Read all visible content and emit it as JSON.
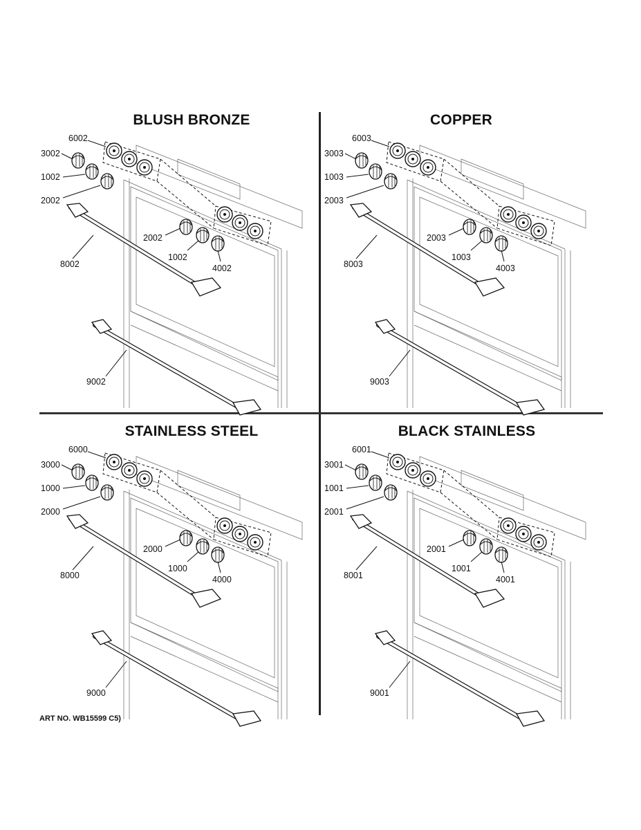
{
  "diagram": {
    "quadrants": [
      {
        "title": "BLUSH BRONZE",
        "labels": {
          "bezel": "6002",
          "knob_top": "3002",
          "knob_mid": "1002",
          "knob_low": "2002",
          "handle_upper": "8002",
          "knob2_a": "2002",
          "knob2_b": "1002",
          "knob2_c": "4002",
          "handle_lower": "9002"
        }
      },
      {
        "title": "COPPER",
        "labels": {
          "bezel": "6003",
          "knob_top": "3003",
          "knob_mid": "1003",
          "knob_low": "2003",
          "handle_upper": "8003",
          "knob2_a": "2003",
          "knob2_b": "1003",
          "knob2_c": "4003",
          "handle_lower": "9003"
        }
      },
      {
        "title": "STAINLESS STEEL",
        "labels": {
          "bezel": "6000",
          "knob_top": "3000",
          "knob_mid": "1000",
          "knob_low": "2000",
          "handle_upper": "8000",
          "knob2_a": "2000",
          "knob2_b": "1000",
          "knob2_c": "4000",
          "handle_lower": "9000"
        }
      },
      {
        "title": "BLACK STAINLESS",
        "labels": {
          "bezel": "6001",
          "knob_top": "3001",
          "knob_mid": "1001",
          "knob_low": "2001",
          "handle_upper": "8001",
          "knob2_a": "2001",
          "knob2_b": "1001",
          "knob2_c": "4001",
          "handle_lower": "9001"
        }
      }
    ]
  },
  "art_number": "ART NO. WB15599 C5)"
}
